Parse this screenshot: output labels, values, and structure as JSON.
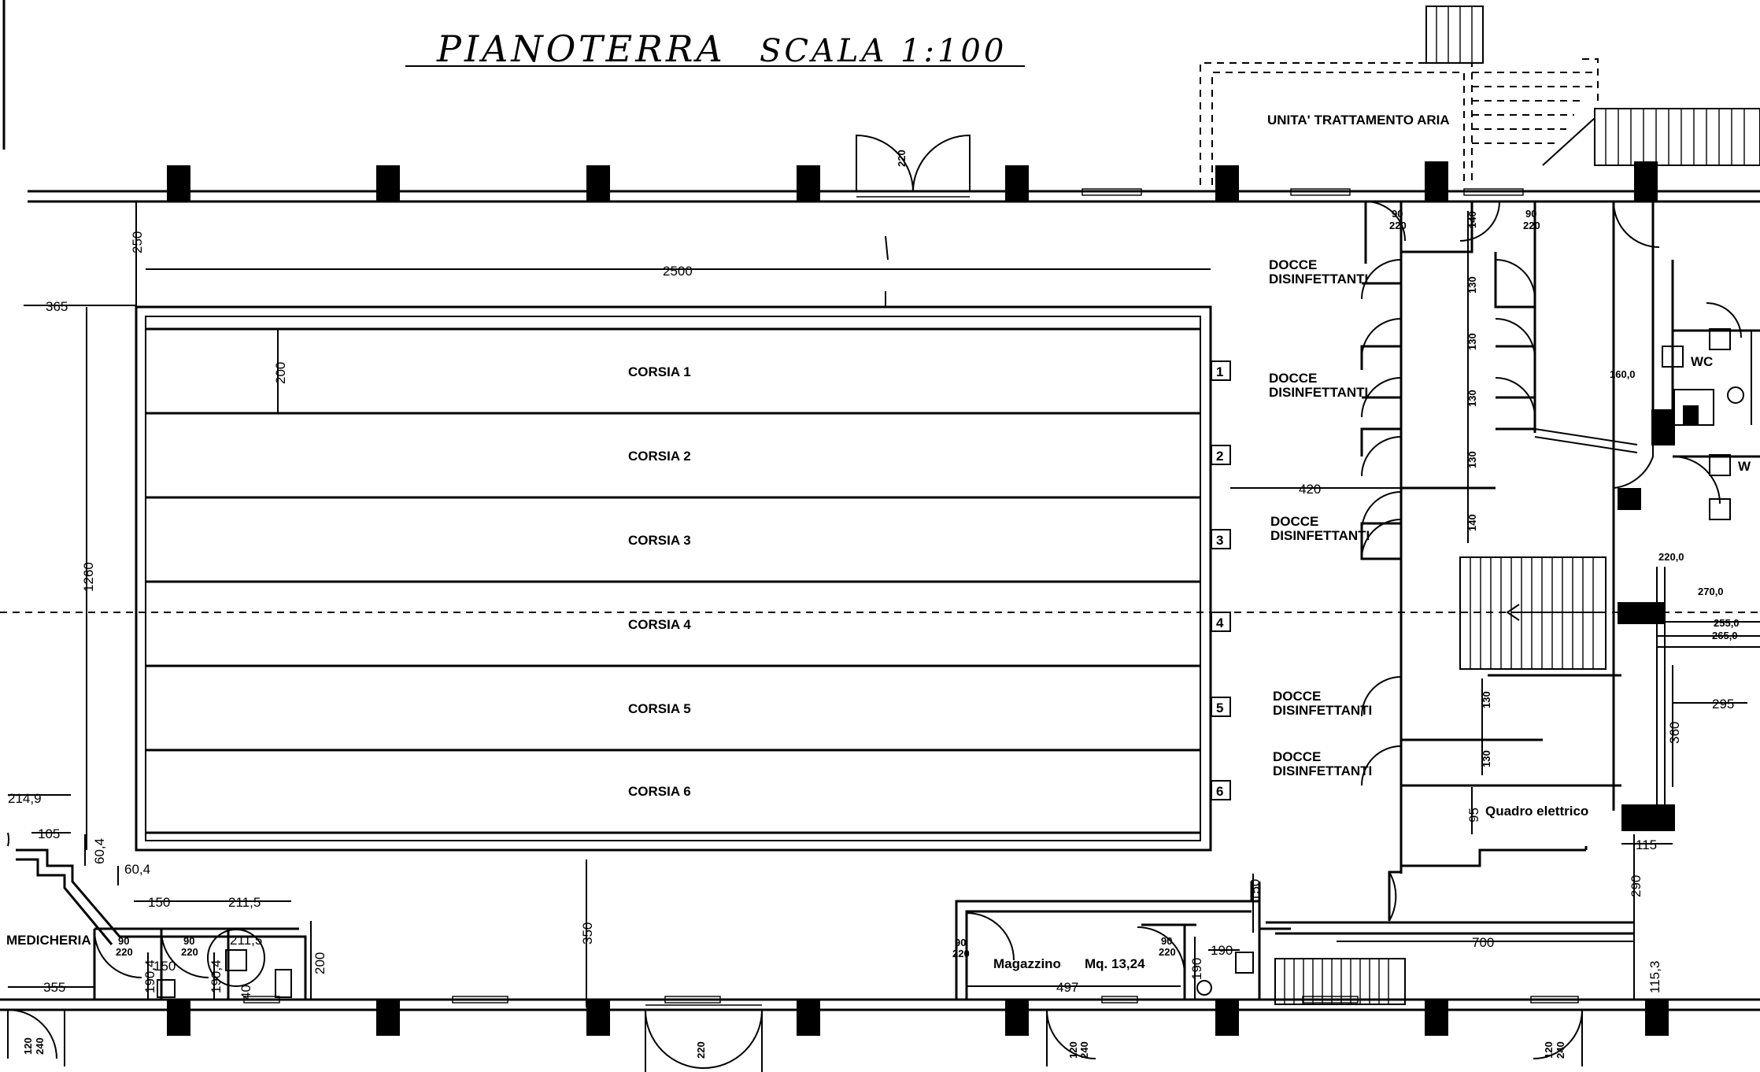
{
  "title": {
    "piano": "PIANO",
    "terra": "TERRA",
    "scala": "SCALA 1:100"
  },
  "labels": {
    "unita": "UNITA' TRATTAMENTO ARIA",
    "docce_a": "DOCCE",
    "docce_b": "DISINFETTANTI",
    "wc": "WC",
    "w": "W",
    "medicheria": "MEDICHERIA",
    "magazzino": "Magazzino",
    "mq": "Mq. 13,24",
    "quadro": "Quadro elettrico"
  },
  "lanes": [
    {
      "label": "CORSIA 1",
      "num": "1"
    },
    {
      "label": "CORSIA 2",
      "num": "2"
    },
    {
      "label": "CORSIA 3",
      "num": "3"
    },
    {
      "label": "CORSIA 4",
      "num": "4"
    },
    {
      "label": "CORSIA 5",
      "num": "5"
    },
    {
      "label": "CORSIA 6",
      "num": "6"
    }
  ],
  "dimensions": {
    "d2500": "2500",
    "d365": "365",
    "d250": "250",
    "d200a": "200",
    "d1260": "1260",
    "d420": "420",
    "d214": "214,9",
    "d105": "105",
    "d60a": "60,4",
    "d60b": "60,4",
    "d150a": "150",
    "d211a": "211,5",
    "d211b": "211,5",
    "d355": "355",
    "d150b": "150",
    "d190a": "190,4",
    "d190b": "190,4",
    "d40": "40",
    "d200b": "200",
    "d350": "350",
    "d150c": "150",
    "d497": "497",
    "d190c": "190",
    "d190d": "190",
    "d700": "700",
    "d290": "290",
    "d115a": "115",
    "d115b": "115,3",
    "d360": "360",
    "d295": "295",
    "d95": "95",
    "d130": "130",
    "d140": "140",
    "d160": "160,0",
    "d220": "220,0",
    "d270": "270,0",
    "d255": "255,0",
    "d265": "265,0"
  },
  "doors": {
    "d90_220": [
      "90",
      "220"
    ],
    "d120_240": [
      "120",
      "240"
    ]
  }
}
